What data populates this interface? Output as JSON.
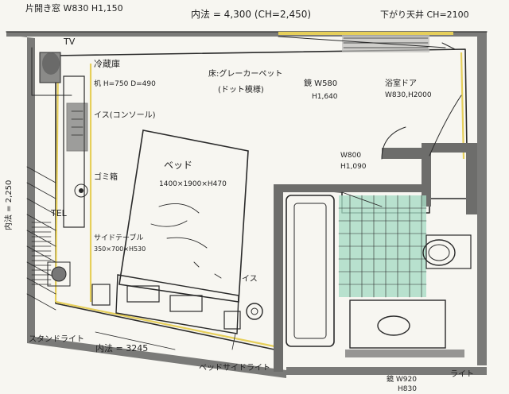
{
  "labels": {
    "top_left_window": "片開き窓 W830 H1,150",
    "top_center_dim": "内法 = 4,300 (CH=2,450)",
    "top_right_ceiling": "下がり天井 CH=2100",
    "tv": "TV",
    "fridge": "冷蔵庫",
    "desk": "机 H=750 D=490",
    "chair_console": "イス(コンソール)",
    "carpet_1": "床:グレーカーペット",
    "carpet_2": "(ドット模様)",
    "mirror_1": "鏡 W580",
    "mirror_2": "H1,640",
    "bath_door_1": "浴室ドア",
    "bath_door_2": "W830,H2000",
    "bed_title": "ベッド",
    "bed_size": "1400×1900×H470",
    "trash": "ゴミ箱",
    "tel": "TEL",
    "side_table_1": "サイドテーブル",
    "side_table_2": "350×700×H530",
    "left_dim": "内法 = 2,250",
    "chair": "イス",
    "window_800_1": "W800",
    "window_800_2": "H1,090",
    "stand_light": "スタンドライト",
    "bottom_dim": "内法 = 3245",
    "bedside_light": "ベッドサイドライト",
    "mirror_bottom_1": "鏡 W920",
    "mirror_bottom_2": "H830",
    "light": "ライト"
  },
  "colors": {
    "tile": "#a8dcc6",
    "accent_yellow": "#e6cf5a",
    "wall": "#7a7a78",
    "paper": "#f7f6f1"
  }
}
